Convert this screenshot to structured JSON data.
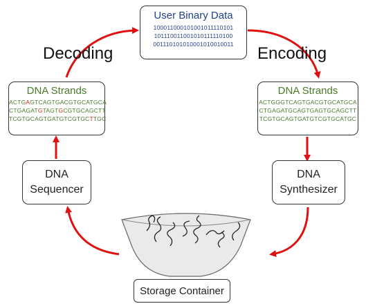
{
  "user_data": {
    "title": "User Binary Data",
    "lines": [
      "10001100010100101111010​1",
      "101110011001010111110100",
      "001110101010001010010011"
    ]
  },
  "labels": {
    "decoding": "Decoding",
    "encoding": "Encoding"
  },
  "dna_left": {
    "title": "DNA Strands",
    "lines": [
      [
        {
          "t": "ACTG",
          "c": "g"
        },
        {
          "t": "A",
          "c": "r"
        },
        {
          "t": "GTCAGTGACGTGCATGCA",
          "c": "g"
        }
      ],
      [
        {
          "t": "CTGAGAT",
          "c": "g"
        },
        {
          "t": "G",
          "c": "r"
        },
        {
          "t": "TAGT",
          "c": "g"
        },
        {
          "t": "G",
          "c": "r"
        },
        {
          "t": "CGTGCAGCTT",
          "c": "g"
        }
      ],
      [
        {
          "t": "TCGTGCAGTGATGTCGTGC",
          "c": "g"
        },
        {
          "t": "T",
          "c": "r"
        },
        {
          "t": "TGC",
          "c": "g"
        }
      ]
    ]
  },
  "dna_right": {
    "title": "DNA Strands",
    "lines": [
      "ACTGGGTCAGTGACGTGCATGCA",
      "CTGAGATGCAGTGAGTGCAGCTT",
      "TCGTGCAGTGATGTCGTGCATGC"
    ]
  },
  "sequencer": {
    "line1": "DNA",
    "line2": "Sequencer"
  },
  "synthesizer": {
    "line1": "DNA",
    "line2": "Synthesizer"
  },
  "storage": {
    "label": "Storage Container"
  },
  "colors": {
    "arrow": "#e01010",
    "blue": "#1f3f8f",
    "green": "#4b7a2a"
  }
}
